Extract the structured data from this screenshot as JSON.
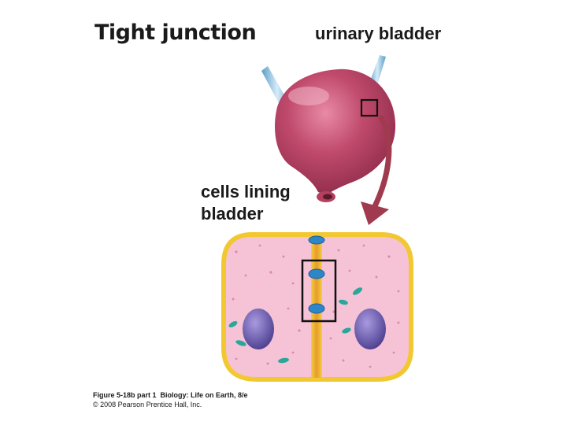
{
  "title": "Tight junction",
  "labels": {
    "organ": "urinary bladder",
    "cells_line1": "cells lining",
    "cells_line2": "bladder"
  },
  "caption": {
    "figure": "Figure 5-18b part 1",
    "book": "Biology: Life on Earth, 8/e",
    "copyright": "© 2008 Pearson Prentice Hall, Inc."
  },
  "colors": {
    "bladder": "#b5385c",
    "ureter": "#8fc6e6",
    "arrow": "#a03a4e",
    "cell_fill": "#f6c3d6",
    "cell_border": "#f2c832",
    "junction_strip": "#e8a030",
    "nucleus": "#6a5aa8",
    "junction_protein": "#2e86c8",
    "organelle": "#2aa79a"
  }
}
